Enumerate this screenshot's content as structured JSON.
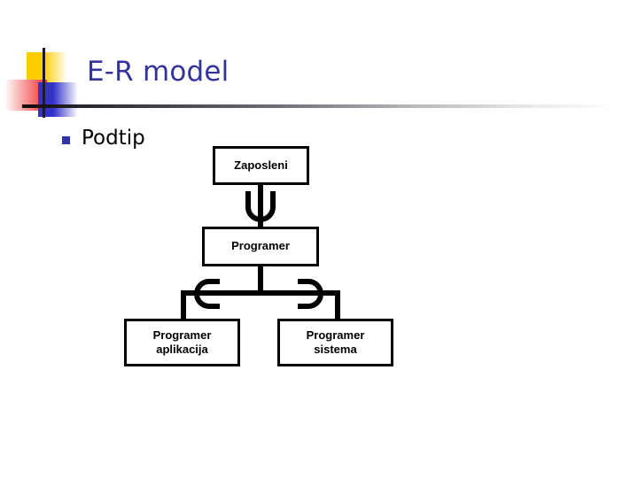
{
  "slide": {
    "title": "E-R model",
    "bullet": {
      "marker": "square-bullet",
      "text": "Podtip"
    },
    "colors": {
      "title": "#333399",
      "bullet_marker": "#3333AA",
      "deco_yellow": "#FFCC00",
      "deco_red": "#F03030",
      "deco_blue": "#3333CC",
      "rule": "#140a0a",
      "diagram_stroke": "#000000",
      "background": "#ffffff"
    }
  },
  "diagram": {
    "type": "er-subtype-hierarchy",
    "nodes": [
      {
        "id": "zaposleni",
        "label": "Zaposleni"
      },
      {
        "id": "programer",
        "label": "Programer"
      },
      {
        "id": "programer-aplikacija",
        "label": "Programer\naplikacija"
      },
      {
        "id": "programer-sistema",
        "label": "Programer\nsistema"
      }
    ],
    "connectors": [
      {
        "id": "zaposleni-to-programer",
        "from": "zaposleni",
        "to": "programer",
        "symbol": "subset-u"
      },
      {
        "id": "programer-to-aplikacija",
        "from": "programer",
        "to": "programer-aplikacija",
        "symbol": "subset-c-left"
      },
      {
        "id": "programer-to-sistema",
        "from": "programer",
        "to": "programer-sistema",
        "symbol": "subset-c-right"
      }
    ]
  }
}
